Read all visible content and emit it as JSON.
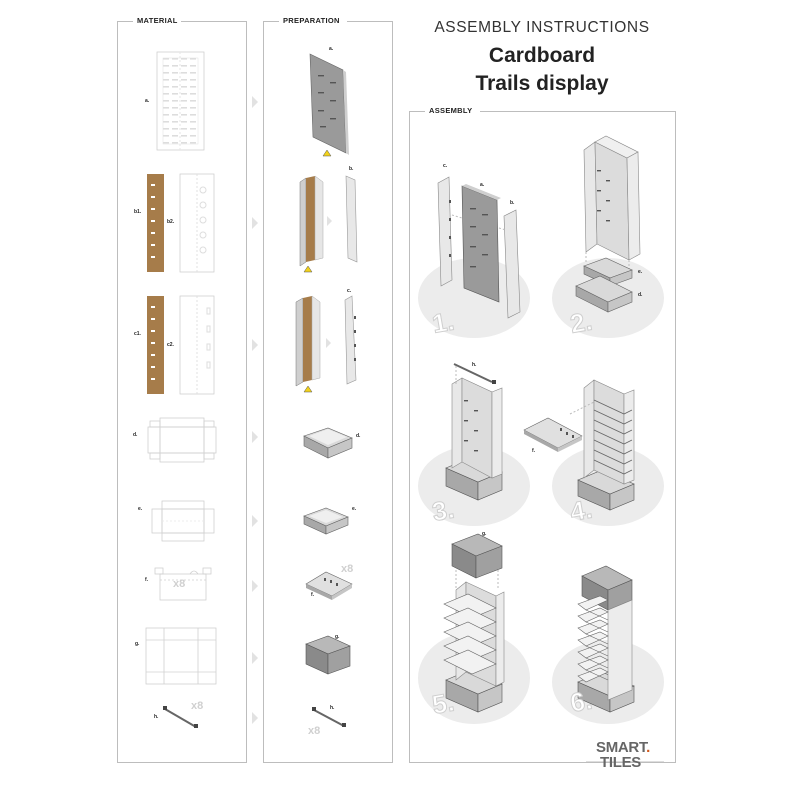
{
  "header": {
    "subtitle": "ASSEMBLY INSTRUCTIONS",
    "title_line1": "Cardboard",
    "title_line2": "Trails display"
  },
  "panels": {
    "material": "MATERIAL",
    "preparation": "PREPARATION",
    "assembly": "ASSEMBLY"
  },
  "material_labels": {
    "a": "a.",
    "b1": "b1.",
    "b2": "b2.",
    "c1": "c1.",
    "c2": "c2.",
    "d": "d.",
    "e": "e.",
    "f": "f.",
    "g": "g.",
    "h": "h."
  },
  "material_counts": {
    "f": "x8",
    "h": "x8"
  },
  "preparation_labels": {
    "a": "a.",
    "b": "b.",
    "c": "c.",
    "d": "d.",
    "e": "e.",
    "f": "f.",
    "g": "g.",
    "h": "h."
  },
  "preparation_counts": {
    "f": "x8",
    "h": "x8"
  },
  "assembly_labels": {
    "c": "c.",
    "a": "a.",
    "b": "b.",
    "e": "e.",
    "d": "d.",
    "h": "h.",
    "f": "f.",
    "g": "g."
  },
  "assembly_steps": [
    "1.",
    "2.",
    "3.",
    "4.",
    "5.",
    "6."
  ],
  "brand": {
    "line1": "SMART",
    "line2": "TILES",
    "dot": "."
  },
  "colors": {
    "cardboard_brown": "#a67c4a",
    "panel_grey": "#9a9a9a",
    "accent_orange": "#d35a1d",
    "warning_yellow": "#f2d21b"
  }
}
